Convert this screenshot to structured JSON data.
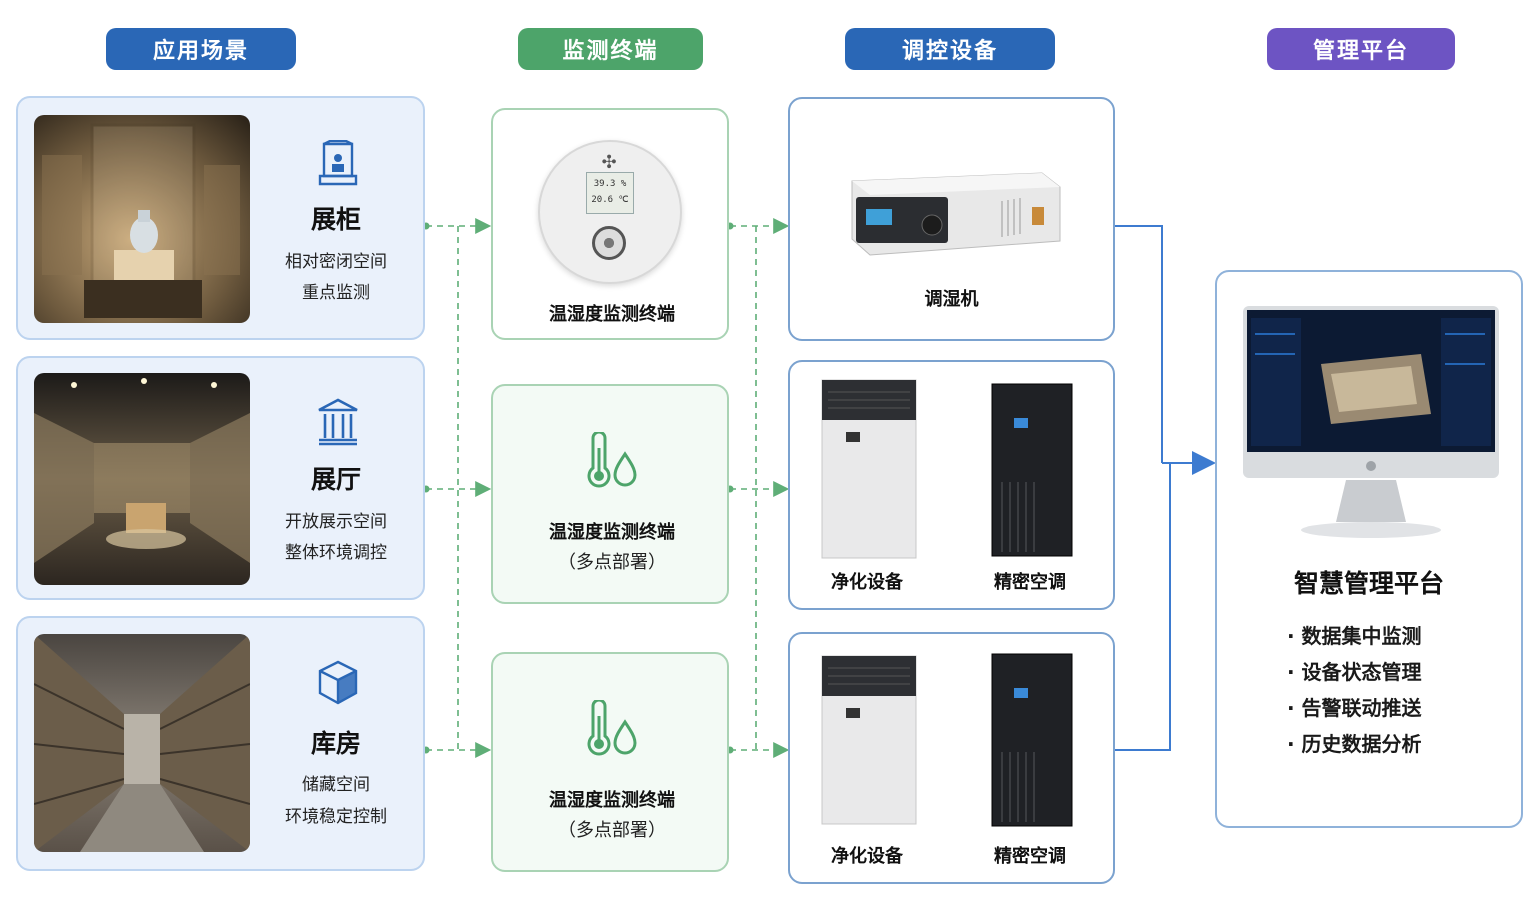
{
  "headers": {
    "scenes": "应用场景",
    "terminals": "监测终端",
    "devices": "调控设备",
    "platform": "管理平台"
  },
  "colors": {
    "scenes": "#2a67b6",
    "terminals": "#4da46a",
    "devices": "#2a67b6",
    "platform": "#6d54c3",
    "arrow_green": "#5fae77",
    "arrow_blue": "#3d7bd0"
  },
  "scenes": [
    {
      "icon": "display-case-icon",
      "title": "展柜",
      "desc1": "相对密闭空间",
      "desc2": "重点监测"
    },
    {
      "icon": "museum-hall-icon",
      "title": "展厅",
      "desc1": "开放展示空间",
      "desc2": "整体环境调控"
    },
    {
      "icon": "storage-box-icon",
      "title": "库房",
      "desc1": "储藏空间",
      "desc2": "环境稳定控制"
    }
  ],
  "terminals": [
    {
      "label": "温湿度监测终端",
      "reading1": "39.3 %",
      "reading2": "20.6 ℃"
    },
    {
      "label": "温湿度监测终端",
      "note": "（多点部署）",
      "icon": "thermometer-droplet-icon"
    },
    {
      "label": "温湿度监测终端",
      "note": "（多点部署）",
      "icon": "thermometer-droplet-icon"
    }
  ],
  "devices": {
    "dehumidifier": "调湿机",
    "row2": {
      "left": "净化设备",
      "right": "精密空调"
    },
    "row3": {
      "left": "净化设备",
      "right": "精密空调"
    }
  },
  "platform": {
    "title": "智慧管理平台",
    "features": [
      "· 数据集中监测",
      "· 设备状态管理",
      "· 告警联动推送",
      "· 历史数据分析"
    ]
  }
}
